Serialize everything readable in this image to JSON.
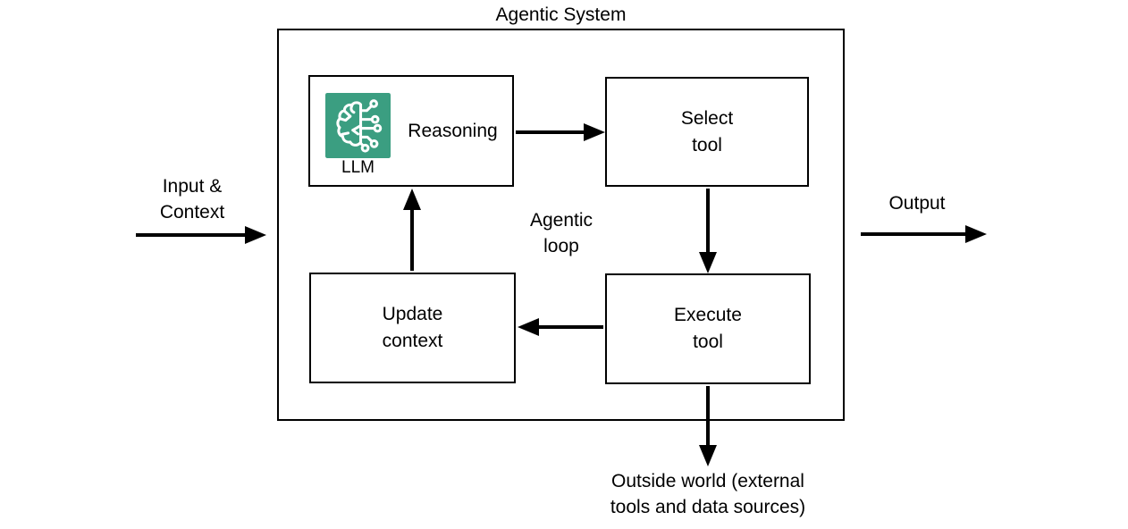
{
  "title": "Agentic System",
  "nodes": {
    "reasoning": {
      "label": "Reasoning",
      "icon_label": "LLM"
    },
    "select_tool": {
      "label": "Select\ntool"
    },
    "execute_tool": {
      "label": "Execute\ntool"
    },
    "update_context": {
      "label": "Update\ncontext"
    }
  },
  "annotations": {
    "input": "Input &\nContext",
    "output": "Output",
    "loop": "Agentic\nloop",
    "outside_world": "Outside world (external\ntools and data sources)"
  },
  "icons": {
    "llm": "llm-brain-circuit-icon"
  },
  "colors": {
    "llm_icon_bg": "#3b9e81",
    "llm_icon_stroke": "#ffffff",
    "line": "#000000",
    "box_fill": "#ffffff",
    "box_border": "#000000",
    "background": "#ffffff"
  }
}
